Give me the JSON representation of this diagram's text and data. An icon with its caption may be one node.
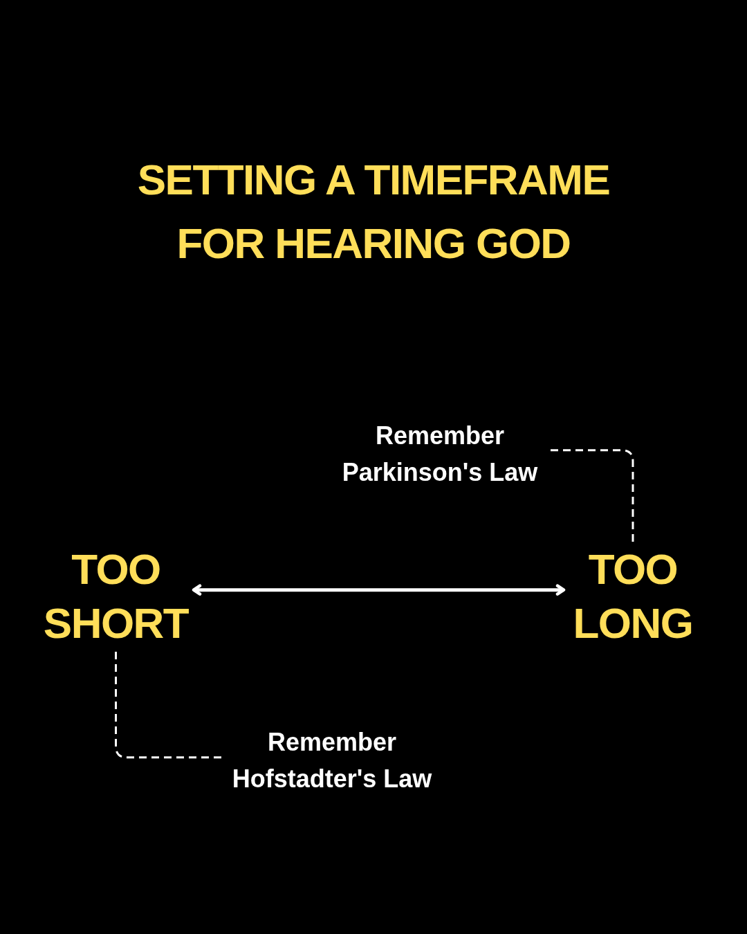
{
  "diagram": {
    "title": "SETTING A TIMEFRAME FOR HEARING GOD",
    "nodes": [
      {
        "text": [
          "TOO SHORT"
        ]
      },
      {
        "text": [
          "TOO LONG"
        ]
      },
      {
        "text": [
          "Remember Parkinson's Law"
        ]
      },
      {
        "text": [
          "Remember Hofstadter's Law"
        ]
      }
    ],
    "edges": [
      {
        "from": 0,
        "to": 1,
        "arrow": "both"
      },
      {
        "from": 2,
        "to": 1,
        "arrow": "none",
        "style": "dashed"
      },
      {
        "from": 3,
        "to": 0,
        "arrow": "none",
        "style": "dashed"
      }
    ]
  }
}
